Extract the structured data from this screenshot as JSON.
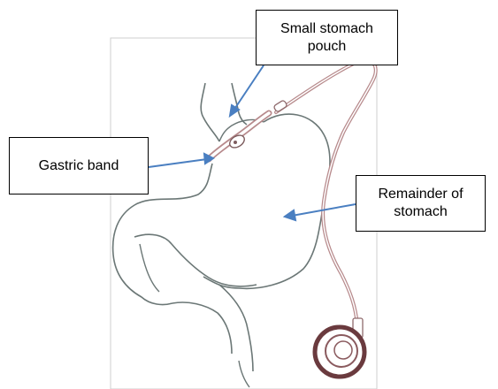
{
  "labels": {
    "pouch": {
      "line1": "Small stomach",
      "line2": "pouch"
    },
    "band": {
      "text": "Gastric band"
    },
    "remainder": {
      "line1": "Remainder of",
      "line2": "stomach"
    }
  },
  "colors": {
    "outline": "#6b7776",
    "tube": "#b78a8c",
    "arrow": "#4a7fc1",
    "frame_border": "#cfcfcf"
  }
}
